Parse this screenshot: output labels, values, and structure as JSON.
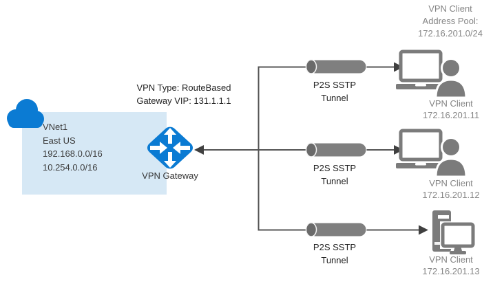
{
  "colors": {
    "azure_blue": "#0b7bd3",
    "vnet_fill": "#d6e8f5",
    "icon_gray": "#7b7b7b",
    "tunnel_gray": "#7f7f7f",
    "tunnel_cap_gray": "#6a6a6a",
    "line_gray": "#545454",
    "arrow_dark": "#404040",
    "label_gray": "#858585",
    "text_dark": "#212121",
    "canvas_bg": "#ffffff"
  },
  "vnet": {
    "name": "VNet1",
    "region": "East US",
    "address_space_1": "192.168.0.0/16",
    "address_space_2": "10.254.0.0/16"
  },
  "gateway": {
    "label": "VPN Gateway",
    "type_line": "VPN Type: RouteBased",
    "vip_line": "Gateway VIP: 131.1.1.1"
  },
  "address_pool": {
    "line1": "VPN Client",
    "line2": "Address Pool:",
    "line3": "172.16.201.0/24"
  },
  "tunnels": [
    {
      "label_line1": "P2S SSTP",
      "label_line2": "Tunnel"
    },
    {
      "label_line1": "P2S SSTP",
      "label_line2": "Tunnel"
    },
    {
      "label_line1": "P2S SSTP",
      "label_line2": "Tunnel"
    }
  ],
  "clients": [
    {
      "label": "VPN Client",
      "ip": "172.16.201.11",
      "device": "laptop-user"
    },
    {
      "label": "VPN Client",
      "ip": "172.16.201.12",
      "device": "laptop-user"
    },
    {
      "label": "VPN Client",
      "ip": "172.16.201.13",
      "device": "desktop"
    }
  ],
  "icons": {
    "cloud": "cloud-icon",
    "vpn_gateway": "vpn-gateway-icon",
    "tunnel": "tunnel-cylinder-icon",
    "laptop_user": "laptop-user-icon",
    "desktop": "desktop-computer-icon"
  }
}
